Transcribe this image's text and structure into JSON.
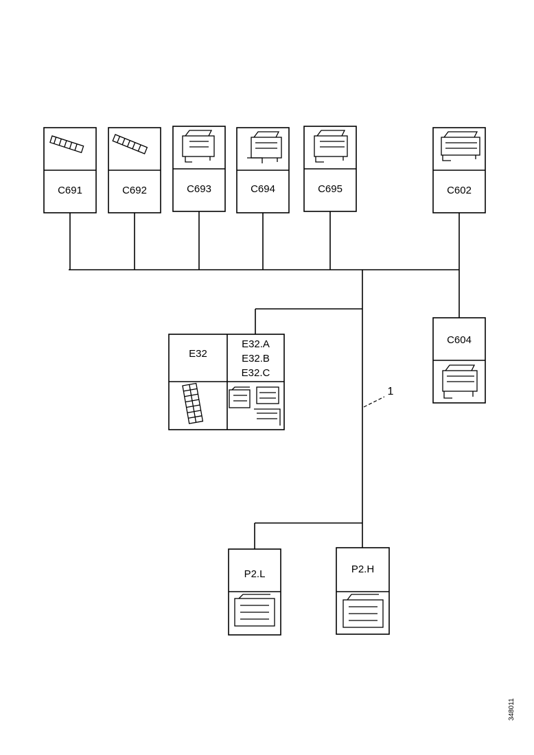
{
  "connectors": {
    "c691": "C691",
    "c692": "C692",
    "c693": "C693",
    "c694": "C694",
    "c695": "C695",
    "c602": "C602",
    "c604": "C604",
    "e32": "E32",
    "e32_a": "E32.A",
    "e32_b": "E32.B",
    "e32_c": "E32.C",
    "p2_l": "P2.L",
    "p2_h": "P2.H"
  },
  "callout": "1",
  "figure_id": "348011"
}
